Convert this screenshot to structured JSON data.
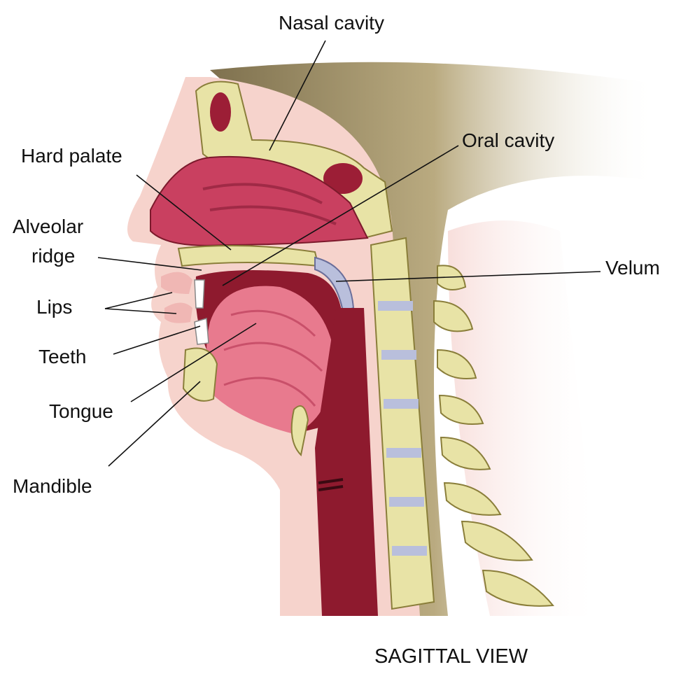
{
  "labels": {
    "nasal_cavity": "Nasal cavity",
    "oral_cavity": "Oral cavity",
    "hard_palate": "Hard palate",
    "alveolar_ridge_line1": "Alveolar",
    "alveolar_ridge_line2": "ridge",
    "velum": "Velum",
    "lips": "Lips",
    "teeth": "Teeth",
    "tongue": "Tongue",
    "mandible": "Mandible"
  },
  "caption": "SAGITTAL VIEW",
  "colors": {
    "skin": "#f6d3cc",
    "bone": "#e8e3a6",
    "cartilage": "#b9bfdc",
    "cavity": "#b8324a",
    "tongue": "#e87a8e",
    "dark_tissue": "#8e1a2e",
    "hair_shadow": "#6a5a2a"
  }
}
